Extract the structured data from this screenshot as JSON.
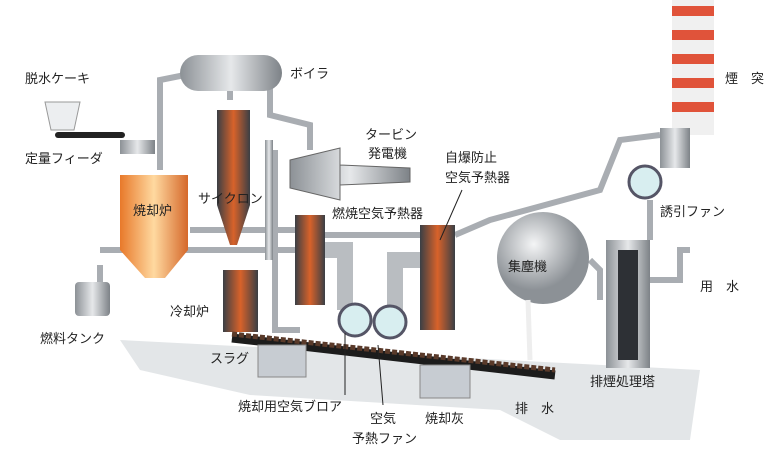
{
  "title": "焼却プラント フロー図",
  "labels": {
    "cake": "脱水ケーキ",
    "feeder": "定量フィーダ",
    "incinerator": "焼却炉",
    "boiler": "ボイラ",
    "cyclone": "サイクロン",
    "turbine_1": "タービン",
    "turbine_2": "発電機",
    "comb_preheater": "燃焼空気予熱器",
    "self_preheater_1": "自爆防止",
    "self_preheater_2": "空気予熱器",
    "induced_fan": "誘引ファン",
    "chimney": "煙　突",
    "dust_collector": "集塵機",
    "water": "用　水",
    "cooling_furnace": "冷却炉",
    "fuel_tank": "燃料タンク",
    "slag": "スラグ",
    "blower": "焼却用空気ブロア",
    "preheat_fan_1": "空気",
    "preheat_fan_2": "予熱ファン",
    "ash": "焼却灰",
    "drain": "排　水",
    "scrubber": "排煙処理塔"
  },
  "colors": {
    "pipe": "#a9adb2",
    "fire": "#e8792a",
    "chimney_red": "#e0533a",
    "shadow": "#dde1e4"
  }
}
